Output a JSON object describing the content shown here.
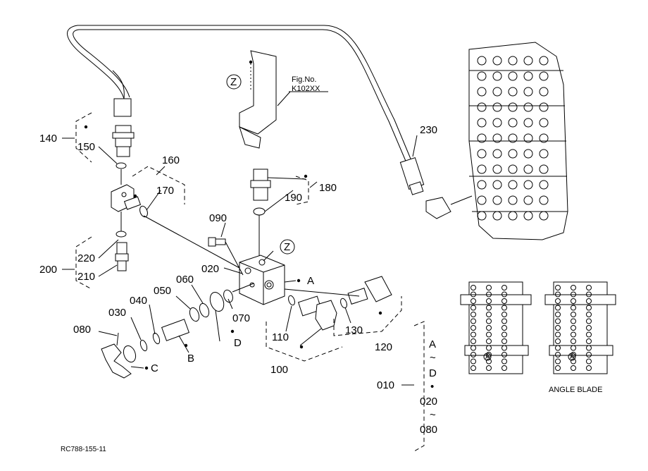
{
  "diagram": {
    "labels": {
      "p010": "010",
      "p020": "020",
      "p030": "030",
      "p040": "040",
      "p050": "050",
      "p060": "060",
      "p070": "070",
      "p080": "080",
      "p090": "090",
      "p100": "100",
      "p110": "110",
      "p120": "120",
      "p130": "130",
      "p140": "140",
      "p150": "150",
      "p160": "160",
      "p170": "170",
      "p180": "180",
      "p190": "190",
      "p200": "200",
      "p210": "210",
      "p220": "220",
      "p230": "230"
    },
    "letters": {
      "a": "A",
      "b": "B",
      "c": "C",
      "d": "D",
      "z": "Z"
    },
    "fig_ref": {
      "line1": "Fig.No.",
      "line2": "K102XX"
    },
    "range_note": {
      "from1": "A",
      "tilde1": "~",
      "to1": "D",
      "dot": "•",
      "from2": "020",
      "tilde2": "~",
      "to2": "080"
    },
    "angle_blade_label": "ANGLE BLADE",
    "drawing_code": "RC788-155-11"
  }
}
